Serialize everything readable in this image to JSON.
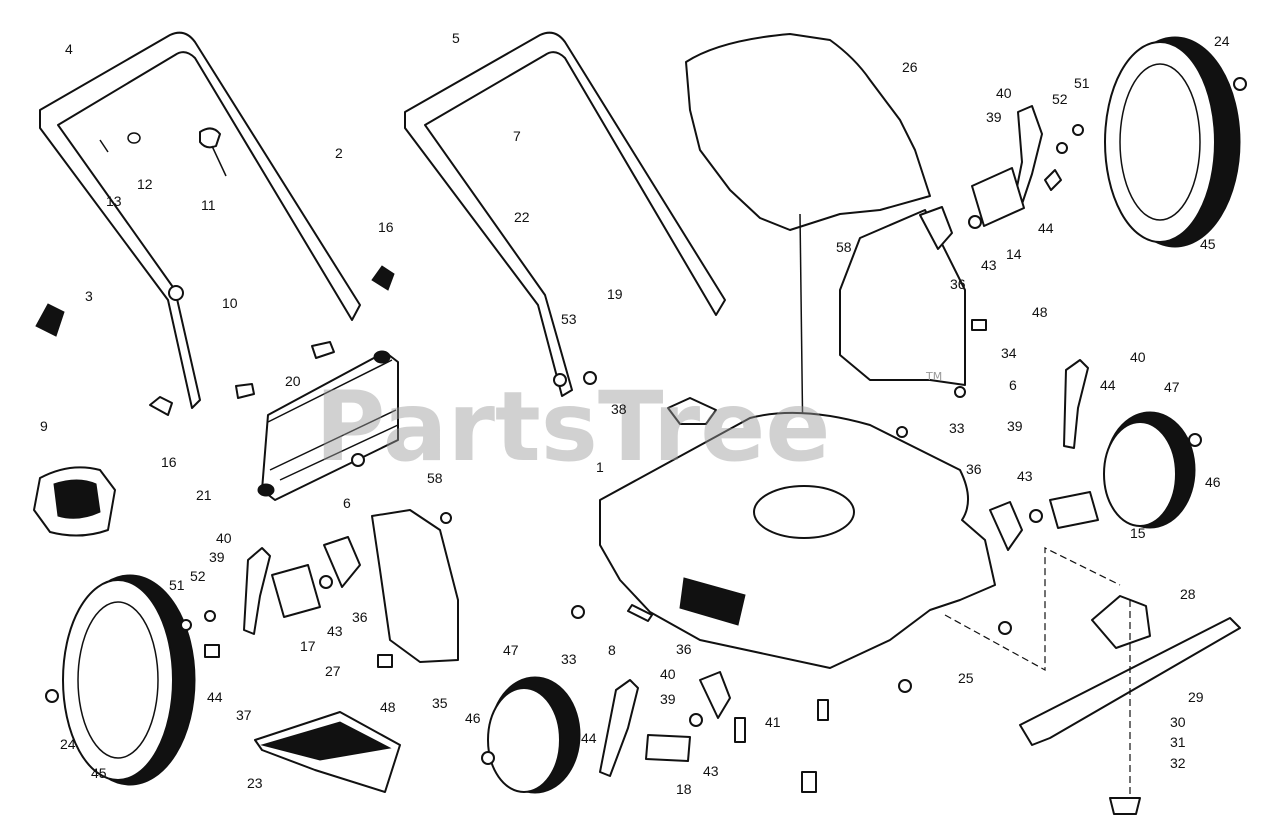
{
  "watermark": {
    "text": "PartsTree",
    "trademark": "TM"
  },
  "callouts": [
    {
      "n": "4"
    },
    {
      "n": "5"
    },
    {
      "n": "26"
    },
    {
      "n": "24"
    },
    {
      "n": "51"
    },
    {
      "n": "40"
    },
    {
      "n": "52"
    },
    {
      "n": "39"
    },
    {
      "n": "7"
    },
    {
      "n": "2"
    },
    {
      "n": "12"
    },
    {
      "n": "13"
    },
    {
      "n": "11"
    },
    {
      "n": "22"
    },
    {
      "n": "16"
    },
    {
      "n": "58"
    },
    {
      "n": "44"
    },
    {
      "n": "45"
    },
    {
      "n": "43"
    },
    {
      "n": "14"
    },
    {
      "n": "36"
    },
    {
      "n": "3"
    },
    {
      "n": "10"
    },
    {
      "n": "19"
    },
    {
      "n": "53"
    },
    {
      "n": "48"
    },
    {
      "n": "34"
    },
    {
      "n": "40"
    },
    {
      "n": "6"
    },
    {
      "n": "44"
    },
    {
      "n": "47"
    },
    {
      "n": "20"
    },
    {
      "n": "38"
    },
    {
      "n": "33"
    },
    {
      "n": "39"
    },
    {
      "n": "9"
    },
    {
      "n": "16"
    },
    {
      "n": "1"
    },
    {
      "n": "36"
    },
    {
      "n": "43"
    },
    {
      "n": "46"
    },
    {
      "n": "58"
    },
    {
      "n": "21"
    },
    {
      "n": "6"
    },
    {
      "n": "15"
    },
    {
      "n": "40"
    },
    {
      "n": "39"
    },
    {
      "n": "52"
    },
    {
      "n": "51"
    },
    {
      "n": "28"
    },
    {
      "n": "17"
    },
    {
      "n": "43"
    },
    {
      "n": "36"
    },
    {
      "n": "36"
    },
    {
      "n": "47"
    },
    {
      "n": "33"
    },
    {
      "n": "8"
    },
    {
      "n": "27"
    },
    {
      "n": "25"
    },
    {
      "n": "40"
    },
    {
      "n": "44"
    },
    {
      "n": "29"
    },
    {
      "n": "37"
    },
    {
      "n": "48"
    },
    {
      "n": "35"
    },
    {
      "n": "46"
    },
    {
      "n": "39"
    },
    {
      "n": "41"
    },
    {
      "n": "30"
    },
    {
      "n": "24"
    },
    {
      "n": "44"
    },
    {
      "n": "31"
    },
    {
      "n": "45"
    },
    {
      "n": "43"
    },
    {
      "n": "32"
    },
    {
      "n": "23"
    },
    {
      "n": "18"
    }
  ]
}
